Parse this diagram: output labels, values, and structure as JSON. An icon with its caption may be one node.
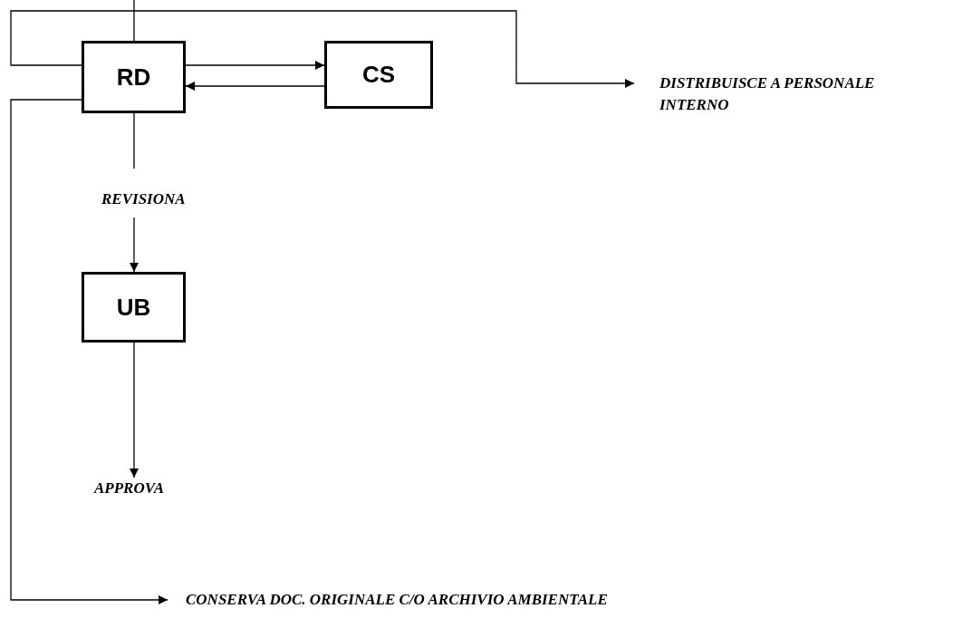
{
  "diagram": {
    "nodes": [
      {
        "text": [
          "RD"
        ]
      },
      {
        "text": [
          "CS"
        ]
      },
      {
        "text": [
          "DISTRIBUISCE A PERSONALE INTERNO"
        ]
      },
      {
        "text": [
          "REVISIONA"
        ]
      },
      {
        "text": [
          "UB"
        ]
      },
      {
        "text": [
          "APPROVA"
        ]
      },
      {
        "text": [
          "CONSERVA DOC. ORIGINALE C/O ARCHIVIO AMBIENTALE"
        ]
      }
    ],
    "edges": [
      {
        "from": null,
        "to": 0,
        "arrow": "none"
      },
      {
        "from": 0,
        "to": 1,
        "arrow": "to"
      },
      {
        "from": 1,
        "to": 0,
        "arrow": "to"
      },
      {
        "from": 0,
        "to": 2,
        "arrow": "to"
      },
      {
        "from": 0,
        "to": 3,
        "arrow": "none"
      },
      {
        "from": 3,
        "to": 4,
        "arrow": "to"
      },
      {
        "from": 4,
        "to": 5,
        "arrow": "to"
      },
      {
        "from": 0,
        "to": 6,
        "arrow": "to"
      }
    ]
  }
}
